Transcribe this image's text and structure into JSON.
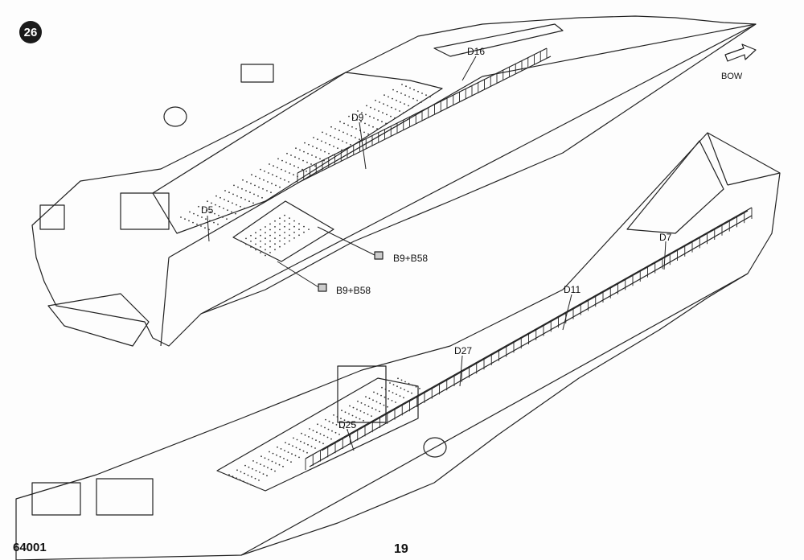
{
  "step_number": "26",
  "bow_label": "BOW",
  "part_labels": {
    "d16": "D16",
    "d9": "D9",
    "d5": "D5",
    "b9b58_a": "B9+B58",
    "b9b58_b": "B9+B58",
    "d7": "D7",
    "d11": "D11",
    "d27": "D27",
    "d25": "D25"
  },
  "footer": {
    "catalog_number": "64001",
    "page_number": "19"
  }
}
